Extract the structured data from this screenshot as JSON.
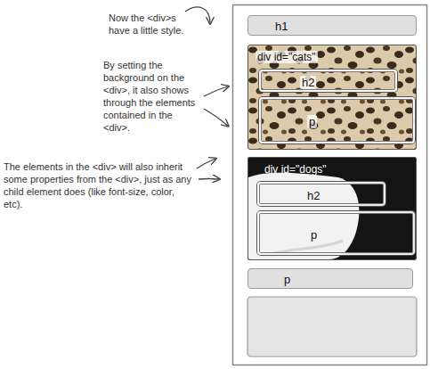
{
  "diagram": {
    "nodes": [
      {
        "text": [
          "h1"
        ]
      },
      {
        "text": [
          "div id=\"cats\""
        ]
      },
      {
        "text": [
          "h2"
        ],
        "in": 1
      },
      {
        "text": [
          "p"
        ],
        "in": 1
      },
      {
        "text": [
          "div id=\"dogs\""
        ]
      },
      {
        "text": [
          "h2"
        ],
        "in": 4
      },
      {
        "text": [
          "p"
        ],
        "in": 4
      },
      {
        "text": [
          "p"
        ]
      }
    ],
    "edges": [],
    "labels": [
      "Now the <div>s have a little style.",
      "By setting the background on the <div>, it also shows through the elements contained in the <div>.",
      "The elements in the <div> will also inherit some properties from the <div>, just as any child element does (like font-size, color, etc)."
    ]
  }
}
